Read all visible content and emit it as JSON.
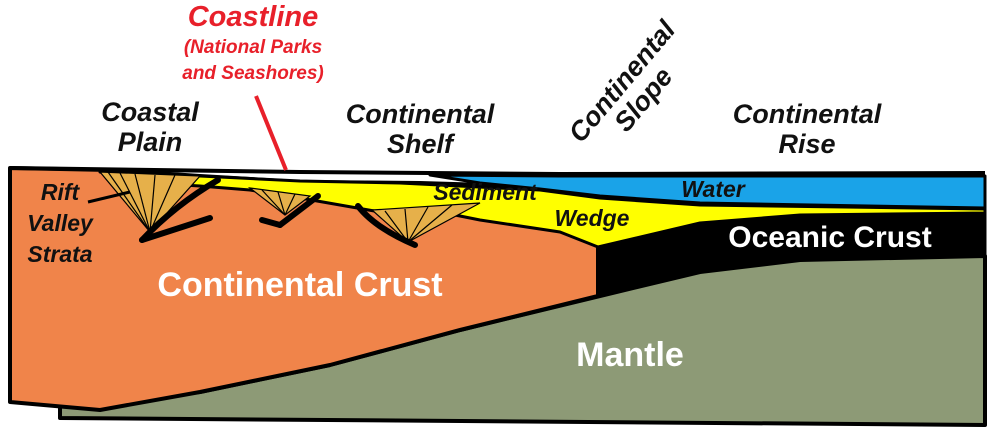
{
  "labels": {
    "coastline": "Coastline",
    "coastline_sub1": "(National Parks",
    "coastline_sub2": "and Seashores)",
    "coastal_plain_1": "Coastal",
    "coastal_plain_2": "Plain",
    "continental_shelf_1": "Continental",
    "continental_shelf_2": "Shelf",
    "continental_slope_1": "Continental",
    "continental_slope_2": "Slope",
    "continental_rise_1": "Continental",
    "continental_rise_2": "Rise",
    "rift_1": "Rift",
    "rift_2": "Valley",
    "rift_3": "Strata",
    "sediment": "Sediment",
    "wedge": "Wedge",
    "water": "Water",
    "oceanic_crust": "Oceanic Crust",
    "continental_crust": "Continental Crust",
    "mantle": "Mantle"
  },
  "colors": {
    "continental_crust": "#f0844a",
    "mantle": "#8d9a76",
    "water": "#1aa3e8",
    "sediment": "#ffff00",
    "oceanic_crust": "#000000",
    "coastline_red": "#e8202a",
    "strata": "#e6b04a"
  }
}
